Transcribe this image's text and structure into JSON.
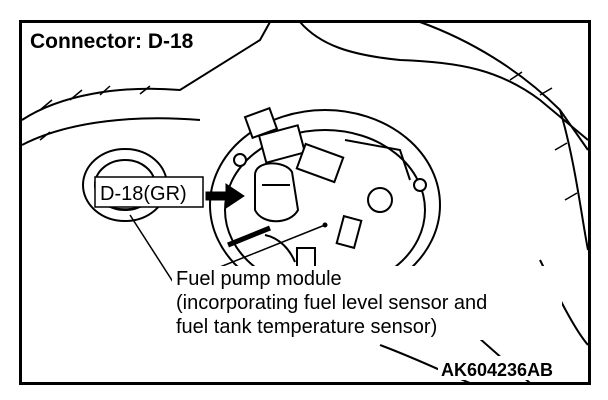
{
  "figure": {
    "title": "Connector: D-18",
    "connector_label": "D-18(GR)",
    "callout_lines": [
      "Fuel pump module",
      "(incorporating fuel level sensor and",
      "fuel tank temperature sensor)"
    ],
    "figure_id": "AK604236AB"
  },
  "colors": {
    "line": "#000000",
    "background": "#ffffff"
  }
}
